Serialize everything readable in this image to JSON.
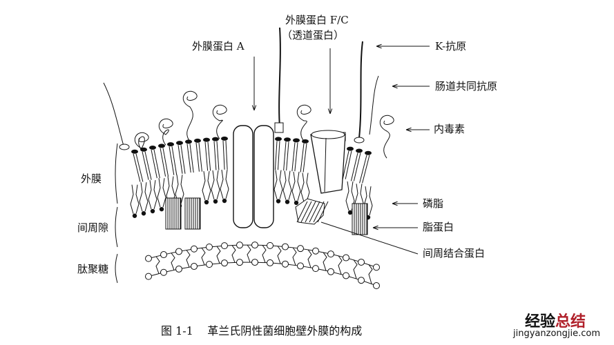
{
  "labels": {
    "omp_fc": "外膜蛋白 F/C",
    "omp_fc_sub": "（透道蛋白）",
    "omp_a": "外膜蛋白 A",
    "k_antigen": "K-抗原",
    "enteric_antigen": "肠道共同抗原",
    "endotoxin": "内毒素",
    "outer_membrane": "外膜",
    "phospholipid": "磷脂",
    "periplasm": "间周隙",
    "lipoprotein": "脂蛋白",
    "peptidoglycan": "肽聚糖",
    "periplasmic_binding_protein": "间周结合蛋白"
  },
  "caption": {
    "number": "图 1-1",
    "text": "革兰氏阴性菌细胞壁外膜的构成"
  },
  "watermark": {
    "brand_a": "经验",
    "brand_b": "总结",
    "url": "jingyanzongjie.com",
    "accent": "#b0202a"
  }
}
